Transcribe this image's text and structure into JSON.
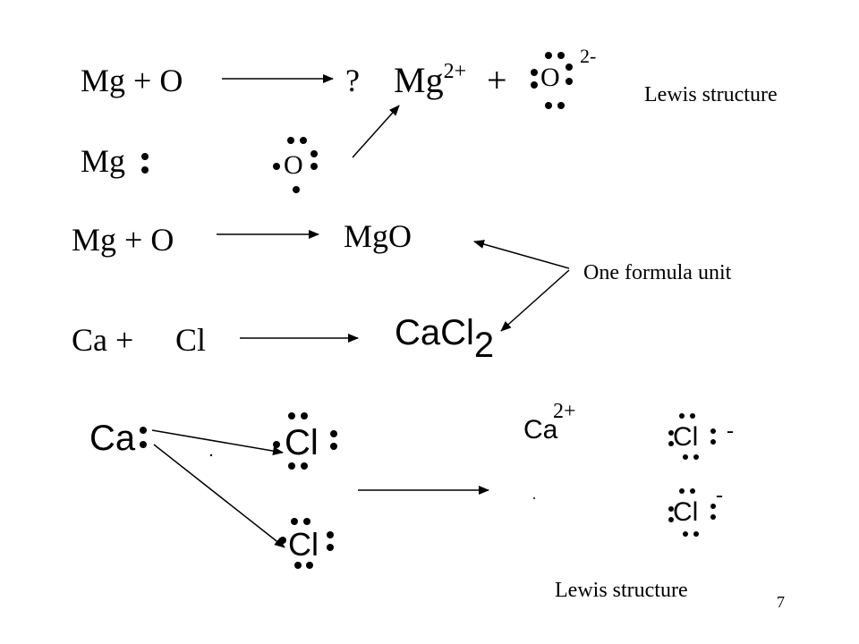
{
  "row1": {
    "reactant": "Mg + O",
    "question": "?",
    "mg_ion_base": "Mg",
    "mg_ion_charge": "2+",
    "plus": "+",
    "oxide_symbol": "O",
    "oxide_charge": "2-",
    "lewis_label": "Lewis structure"
  },
  "row2": {
    "mg_symbol": "Mg",
    "o_symbol": "O"
  },
  "row3": {
    "reactant": "Mg + O",
    "product": "MgO",
    "formula_unit_label": "One formula unit"
  },
  "row4": {
    "reactant_ca": "Ca +",
    "reactant_cl": "Cl",
    "product_base": "CaCl",
    "product_subscript": "2"
  },
  "bottom": {
    "ca_symbol": "Ca",
    "cl_symbol": "Cl",
    "ca_ion_base": "Ca",
    "ca_ion_charge": "2+",
    "cl_ion_charge": "-",
    "lewis_label": "Lewis structure"
  },
  "slide_number": "7"
}
